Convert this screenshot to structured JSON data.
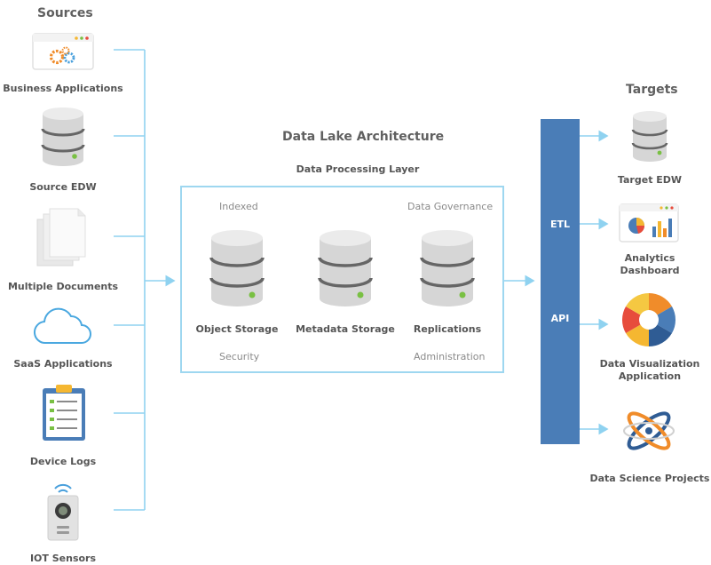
{
  "title": "Data Lake Architecture",
  "sources": {
    "heading": "Sources",
    "items": [
      {
        "label": "Business Applications"
      },
      {
        "label": "Source EDW"
      },
      {
        "label": "Multiple Documents"
      },
      {
        "label": "SaaS Applications"
      },
      {
        "label": "Device Logs"
      },
      {
        "label": "IOT Sensors"
      }
    ]
  },
  "lake": {
    "layer_label": "Data Processing Layer",
    "corner_labels": {
      "top_left": "Indexed",
      "top_right": "Data Governance",
      "bottom_left": "Security",
      "bottom_right": "Administration"
    },
    "storages": [
      {
        "label": "Object Storage"
      },
      {
        "label": "Metadata Storage"
      },
      {
        "label": "Replications"
      }
    ]
  },
  "integration": {
    "etl": "ETL",
    "api": "API"
  },
  "targets": {
    "heading": "Targets",
    "items": [
      {
        "label": "Target EDW"
      },
      {
        "label": "Analytics Dashboard"
      },
      {
        "label": "Data Visualization Application"
      },
      {
        "label": "Data Science Projects"
      }
    ]
  },
  "colors": {
    "connector": "#8fd2f0",
    "etl_bar": "#4a7db7",
    "box_border": "#9ed7f0",
    "db_body": "#d6d6d6",
    "db_band": "#666666",
    "db_light": "#79c043",
    "gear_orange": "#f08c2a",
    "gear_blue": "#4aa0dc",
    "cloud": "#4aa8e0"
  }
}
